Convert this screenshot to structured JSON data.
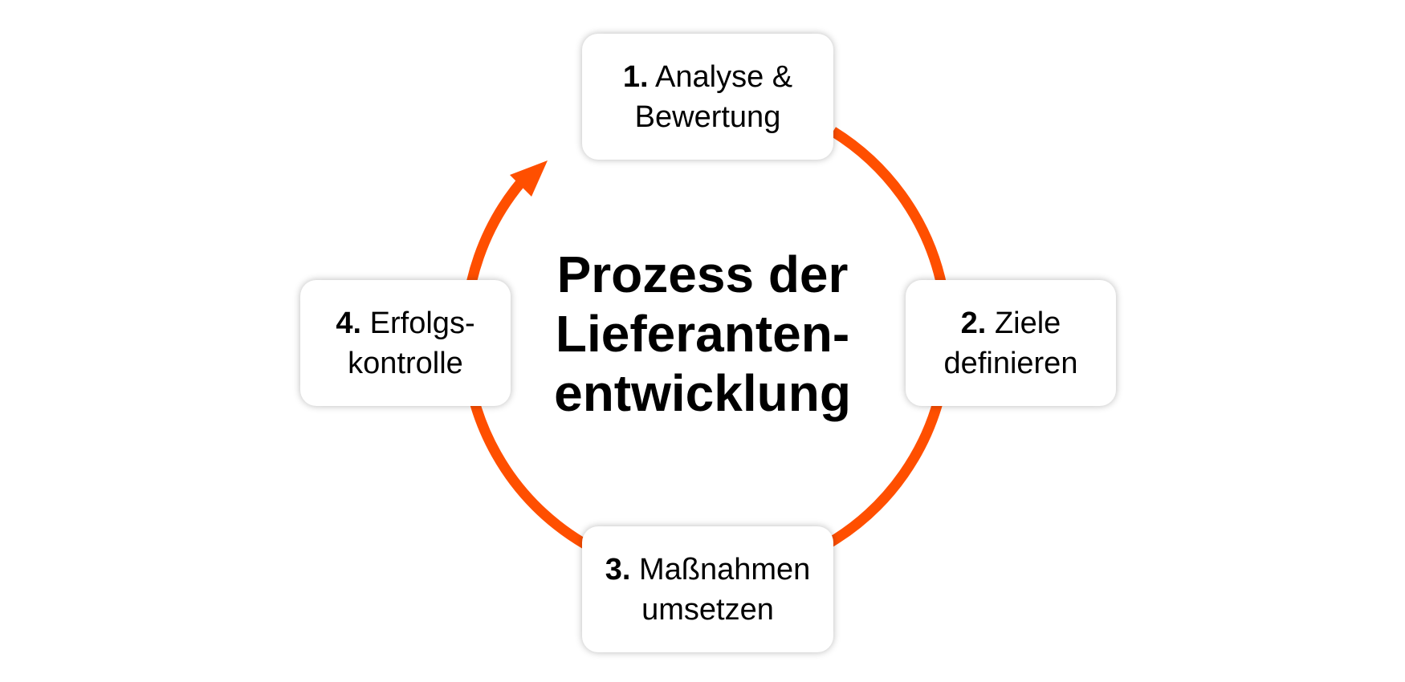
{
  "diagram": {
    "title_lines": [
      "Prozess der",
      "Lieferanten-",
      "entwicklung"
    ],
    "accent_color": "#FF4F00",
    "steps": [
      {
        "number": "1.",
        "line1": "Analyse &",
        "line2": "Bewertung"
      },
      {
        "number": "2.",
        "line1": "Ziele",
        "line2": "definieren"
      },
      {
        "number": "3.",
        "line1": "Maßnahmen",
        "line2": "umsetzen"
      },
      {
        "number": "4.",
        "line1": "Erfolgs-",
        "line2": "kontrolle"
      }
    ],
    "arrow_icon": "cycle-arrow-icon"
  }
}
